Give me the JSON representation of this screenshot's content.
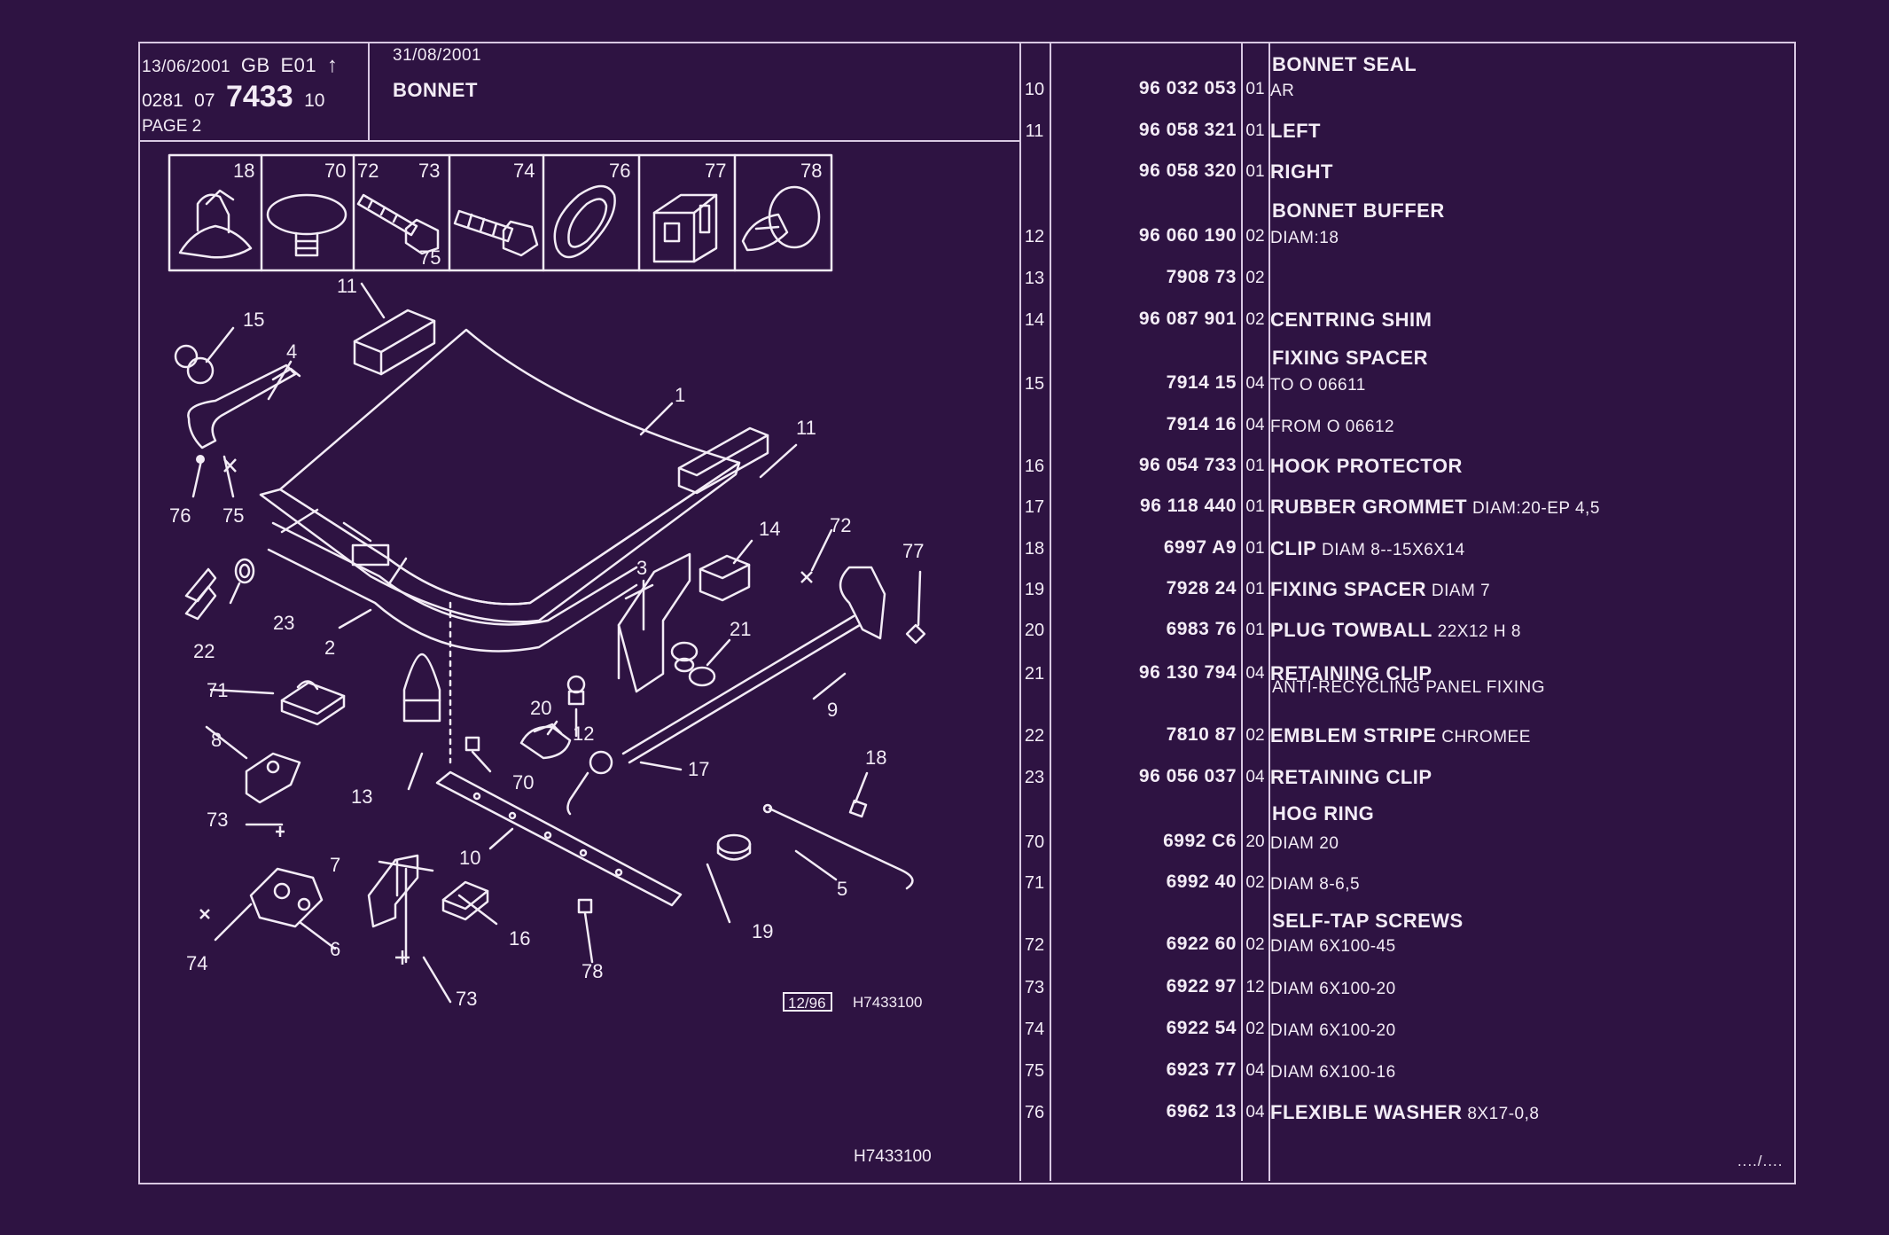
{
  "header": {
    "date1": "13/06/2001",
    "lang": "GB",
    "edition": "E01",
    "code_a": "0281",
    "code_b": "07",
    "plate": "7433",
    "code_c": "10",
    "page": "PAGE 2",
    "date2": "31/08/2001",
    "title": "BONNET"
  },
  "diagram": {
    "stamp": "12/96",
    "ref": "H7433100",
    "footer_ref": "H7433100",
    "thumbnails": [
      "18",
      "70",
      "72",
      "73",
      "74",
      "76",
      "77",
      "78",
      "75"
    ],
    "callouts": [
      "1",
      "2",
      "3",
      "4",
      "5",
      "6",
      "7",
      "8",
      "9",
      "10",
      "11",
      "11",
      "12",
      "13",
      "14",
      "15",
      "16",
      "17",
      "18",
      "19",
      "20",
      "21",
      "22",
      "23",
      "70",
      "71",
      "72",
      "73",
      "73",
      "74",
      "75",
      "76",
      "77",
      "78"
    ]
  },
  "parts": {
    "headings": {
      "bonnet_seal": "BONNET SEAL",
      "bonnet_buffer": "BONNET BUFFER",
      "fixing_spacer": "FIXING SPACER",
      "hog_ring": "HOG RING",
      "self_tap_screws": "SELF-TAP SCREWS"
    },
    "subnotes": {
      "anti_recycling": "ANTI-RECYCLING PANEL FIXING"
    },
    "rows": [
      {
        "idx": "10",
        "ref": "96 032 053",
        "qty": "01",
        "name": "",
        "detail": "AR"
      },
      {
        "idx": "11",
        "ref": "96 058 321",
        "qty": "01",
        "name": "LEFT",
        "detail": ""
      },
      {
        "idx": "",
        "ref": "96 058 320",
        "qty": "01",
        "name": "RIGHT",
        "detail": ""
      },
      {
        "idx": "12",
        "ref": "96 060 190",
        "qty": "02",
        "name": "",
        "detail": "DIAM:18"
      },
      {
        "idx": "13",
        "ref": "7908 73",
        "qty": "02",
        "name": "",
        "detail": ""
      },
      {
        "idx": "14",
        "ref": "96 087 901",
        "qty": "02",
        "name": "CENTRING SHIM",
        "detail": ""
      },
      {
        "idx": "15",
        "ref": "7914 15",
        "qty": "04",
        "name": "",
        "detail": "TO  O  06611"
      },
      {
        "idx": "",
        "ref": "7914 16",
        "qty": "04",
        "name": "",
        "detail": "FROM  O  06612"
      },
      {
        "idx": "16",
        "ref": "96 054 733",
        "qty": "01",
        "name": "HOOK PROTECTOR",
        "detail": ""
      },
      {
        "idx": "17",
        "ref": "96 118 440",
        "qty": "01",
        "name": "RUBBER GROMMET",
        "detail": "DIAM:20-EP 4,5"
      },
      {
        "idx": "18",
        "ref": "6997 A9",
        "qty": "01",
        "name": "CLIP",
        "detail": "DIAM 8--15X6X14"
      },
      {
        "idx": "19",
        "ref": "7928 24",
        "qty": "01",
        "name": "FIXING SPACER",
        "detail": "DIAM 7"
      },
      {
        "idx": "20",
        "ref": "6983 76",
        "qty": "01",
        "name": "PLUG TOWBALL",
        "detail": "22X12 H 8"
      },
      {
        "idx": "21",
        "ref": "96 130 794",
        "qty": "04",
        "name": "RETAINING CLIP",
        "detail": ""
      },
      {
        "idx": "22",
        "ref": "7810 87",
        "qty": "02",
        "name": "EMBLEM STRIPE",
        "detail": "CHROMEE"
      },
      {
        "idx": "23",
        "ref": "96 056 037",
        "qty": "04",
        "name": "RETAINING CLIP",
        "detail": ""
      },
      {
        "idx": "70",
        "ref": "6992 C6",
        "qty": "20",
        "name": "",
        "detail": "DIAM 20"
      },
      {
        "idx": "71",
        "ref": "6992 40",
        "qty": "02",
        "name": "",
        "detail": "DIAM 8-6,5"
      },
      {
        "idx": "72",
        "ref": "6922 60",
        "qty": "02",
        "name": "",
        "detail": "DIAM 6X100-45"
      },
      {
        "idx": "73",
        "ref": "6922 97",
        "qty": "12",
        "name": "",
        "detail": "DIAM 6X100-20"
      },
      {
        "idx": "74",
        "ref": "6922 54",
        "qty": "02",
        "name": "",
        "detail": "DIAM 6X100-20"
      },
      {
        "idx": "75",
        "ref": "6923 77",
        "qty": "04",
        "name": "",
        "detail": "DIAM 6X100-16"
      },
      {
        "idx": "76",
        "ref": "6962 13",
        "qty": "04",
        "name": "FLEXIBLE WASHER",
        "detail": "8X17-0,8"
      }
    ],
    "continued": "..../...."
  },
  "colors": {
    "background": "#2e1342",
    "ink": "#f3ecf6",
    "rule": "#d8c8e2"
  }
}
